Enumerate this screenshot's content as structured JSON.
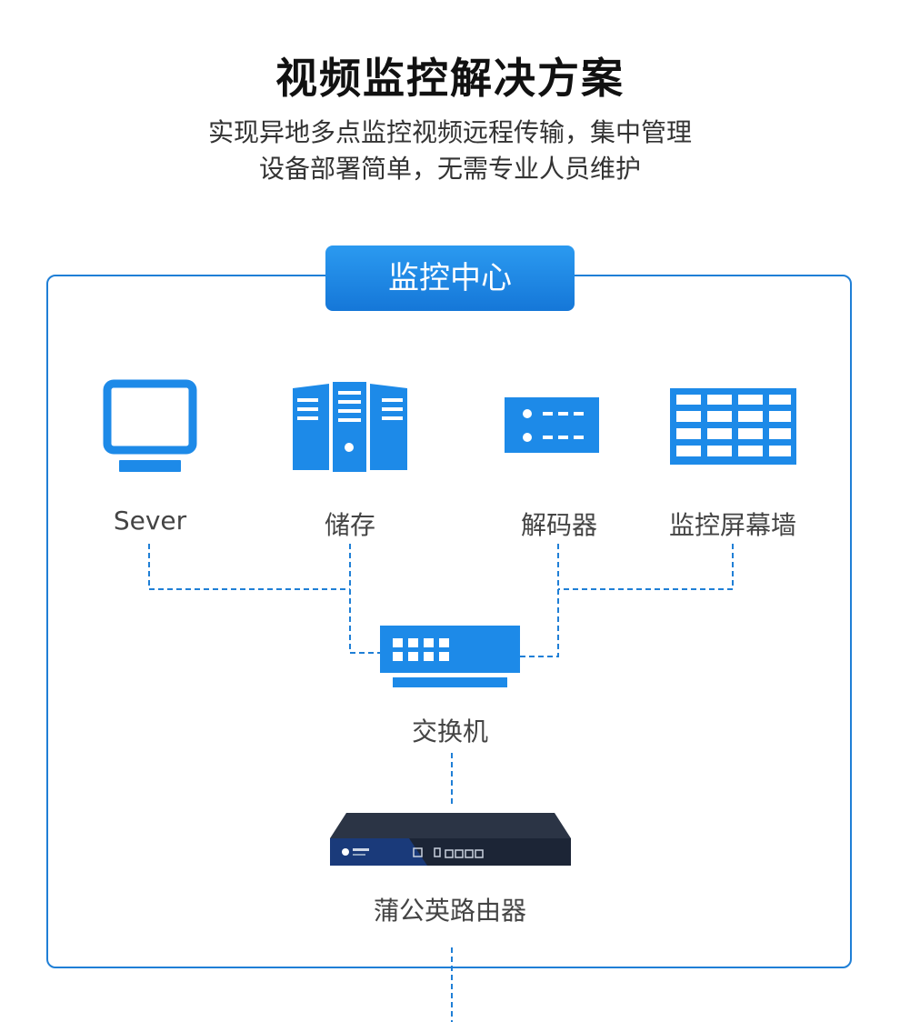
{
  "title": "视频监控解决方案",
  "subtitle_lines": [
    "实现异地多点监控视频远程传输，集中管理",
    "设备部署简单，无需专业人员维护"
  ],
  "center": {
    "label": "监控中心"
  },
  "devices": {
    "server": "Sever",
    "storage": "储存",
    "decoder": "解码器",
    "video_wall": "监控屏幕墙",
    "switch": "交换机",
    "router": "蒲公英路由器"
  },
  "colors": {
    "accent": "#1f7fd6",
    "icon_blue": "#1d8ae8",
    "dash": "#1f7fd6",
    "device_dark": "#1c2536"
  },
  "icons": [
    "monitor-icon",
    "server-rack-icon",
    "decoder-icon",
    "video-wall-icon",
    "switch-icon",
    "router-device-icon"
  ]
}
